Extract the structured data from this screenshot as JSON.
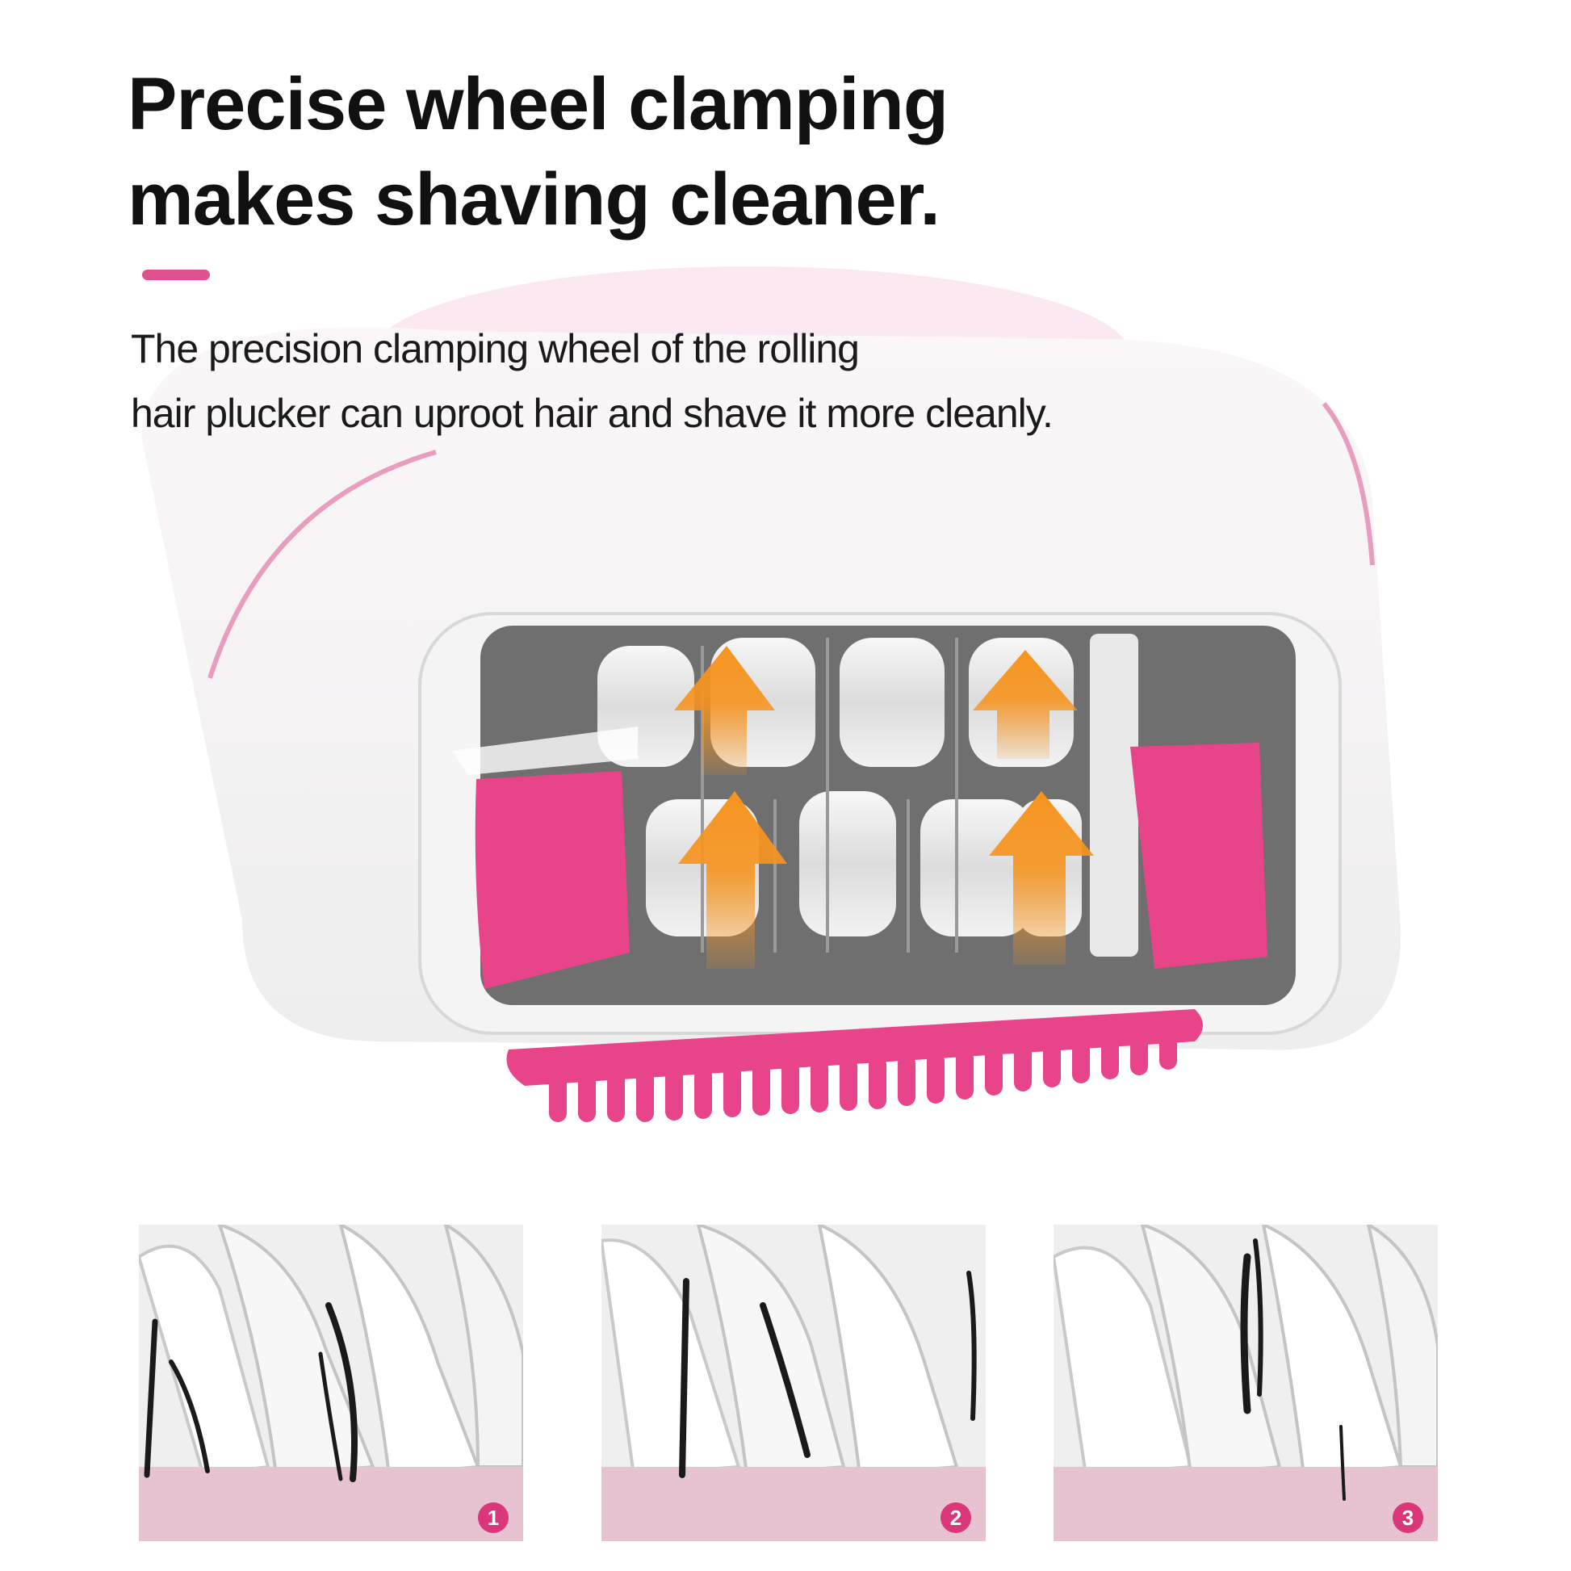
{
  "headline": {
    "line1": "Precise wheel clamping",
    "line2": "makes shaving cleaner."
  },
  "subtext": {
    "line1": "The precision clamping wheel of the rolling",
    "line2": "hair plucker can uproot hair and shave it more cleanly."
  },
  "colors": {
    "accent_pink": "#e0528f",
    "device_pink": "#e8448a",
    "arrow_orange": "#f6941f",
    "skin_pink": "#e7c3d1",
    "badge_pink": "#d9377a"
  },
  "steps": [
    {
      "badge": "1"
    },
    {
      "badge": "2"
    },
    {
      "badge": "3"
    }
  ]
}
